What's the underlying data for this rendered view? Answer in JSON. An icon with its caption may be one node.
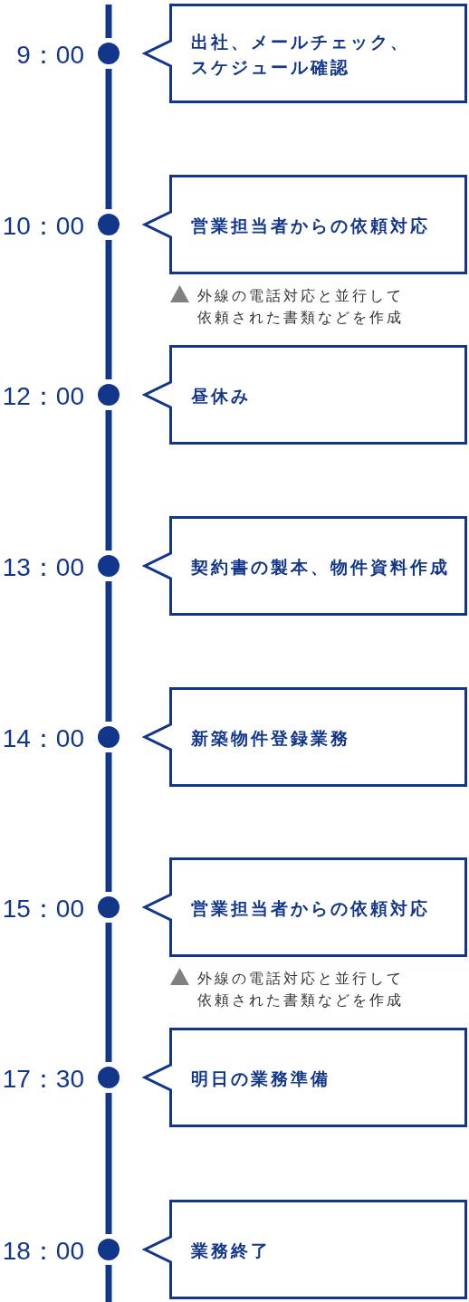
{
  "diagram": {
    "nodes": [
      {
        "text": [
          "出社、メールチェック、スケジュール確認"
        ]
      },
      {
        "text": [
          "営業担当者からの依頼対応"
        ],
        "beside": [
          "外線の電話対応と並行して依頼された書類などを作成"
        ]
      },
      {
        "text": [
          "昼休み"
        ]
      },
      {
        "text": [
          "契約書の製本、物件資料作成"
        ]
      },
      {
        "text": [
          "新築物件登録業務"
        ]
      },
      {
        "text": [
          "営業担当者からの依頼対応"
        ],
        "beside": [
          "外線の電話対応と並行して依頼された書類などを作成"
        ]
      },
      {
        "text": [
          "明日の業務準備"
        ]
      },
      {
        "text": [
          "業務終了"
        ]
      }
    ],
    "labels": [
      "9：00",
      "10：00",
      "12：00",
      "13：00",
      "14：00",
      "15：00",
      "17：30",
      "18：00"
    ]
  }
}
